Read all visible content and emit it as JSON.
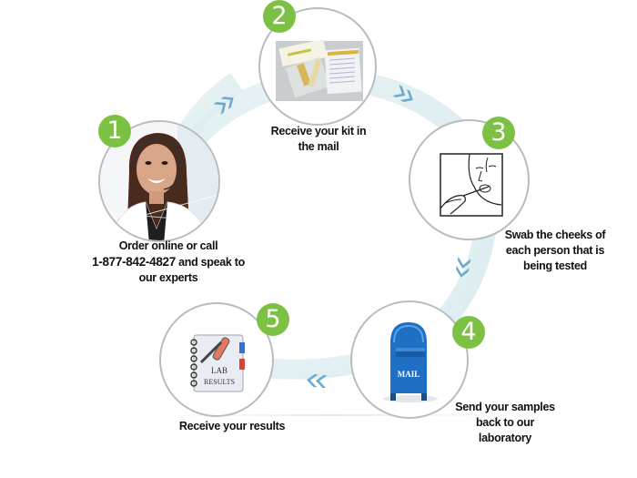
{
  "colors": {
    "badge": "#7cc143",
    "ring_border": "#b9bcbf",
    "arc_band": "#dbecef",
    "chevron": "#6fa9cc"
  },
  "steps": [
    {
      "number": "1",
      "image": "customer-service-agent-with-headset",
      "caption_lines": [
        "Order online or call"
      ],
      "phone": "1-877-842-4827",
      "caption_after_phone": " and speak to",
      "caption_tail": "our experts"
    },
    {
      "number": "2",
      "image": "dna-test-kit",
      "caption_lines": [
        "Receive your kit in",
        "the mail"
      ]
    },
    {
      "number": "3",
      "image": "cheek-swab-drawing",
      "caption_lines": [
        "Swab the cheeks of",
        "each person that is",
        "being tested"
      ]
    },
    {
      "number": "4",
      "image": "blue-mailbox",
      "mailbox_label": "MAIL",
      "caption_lines": [
        "Send your samples",
        "back to our",
        "laboratory"
      ]
    },
    {
      "number": "5",
      "image": "lab-results-notebook",
      "notebook_label_1": "LAB",
      "notebook_label_2": "RESULTS",
      "caption_lines": [
        "Receive your results"
      ]
    }
  ],
  "flow_arrows": [
    {
      "from": "1",
      "to": "2",
      "icon": "double-chevron-icon"
    },
    {
      "from": "2",
      "to": "3",
      "icon": "double-chevron-icon"
    },
    {
      "from": "3",
      "to": "4",
      "icon": "double-chevron-icon"
    },
    {
      "from": "4",
      "to": "5",
      "icon": "double-chevron-icon"
    }
  ]
}
